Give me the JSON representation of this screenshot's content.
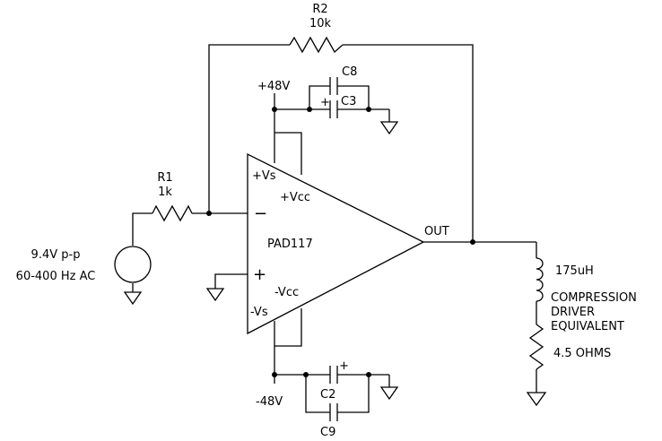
{
  "components": {
    "r2": {
      "ref": "R2",
      "value": "10k"
    },
    "r1": {
      "ref": "R1",
      "value": "1k"
    },
    "c8": {
      "ref": "C8"
    },
    "c3": {
      "ref": "C3",
      "polarity": "+"
    },
    "c2": {
      "ref": "C2",
      "polarity": "+"
    },
    "c9": {
      "ref": "C9"
    },
    "opamp": {
      "name": "PAD117",
      "pin_plus_vs": "+Vs",
      "pin_plus_vcc": "+Vcc",
      "pin_minus_vcc": "-Vcc",
      "pin_minus_vs": "-Vs",
      "inv_input": "−",
      "noninv_input": "+",
      "output": "OUT"
    },
    "source": {
      "amplitude": "9.4V p-p",
      "frequency": "60-400 Hz AC"
    },
    "load": {
      "inductance": "175uH",
      "line1": "COMPRESSION",
      "line2": "DRIVER",
      "line3": "EQUIVALENT",
      "resistance": "4.5 OHMS"
    }
  },
  "rails": {
    "positive": "+48V",
    "negative": "-48V"
  }
}
